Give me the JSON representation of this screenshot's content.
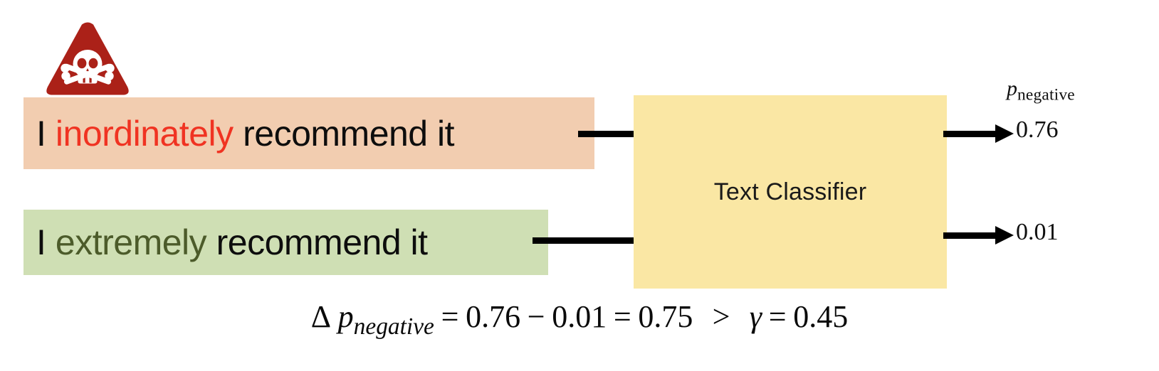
{
  "figure": {
    "type": "diagram",
    "title": "Text classifier adversarial word-substitution example"
  },
  "inputs": [
    {
      "id": "toxic-sentence",
      "prefix": "I",
      "highlight_word": "inordinately",
      "suffix": "recommend it",
      "box_color": "#f2cdb0",
      "word_color": "#f03322",
      "warning": true,
      "warning_icon": "skull-warning-triangle-icon"
    },
    {
      "id": "clean-sentence",
      "prefix": "I",
      "highlight_word": "extremely",
      "suffix": "recommend it",
      "box_color": "#cfdfb4",
      "word_color": "#4c5b2a",
      "warning": false
    }
  ],
  "model": {
    "label": "Text Classifier",
    "box_color": "#fae7a4"
  },
  "outputs": {
    "header_var": "p",
    "header_subscript": "negative",
    "values": [
      "0.76",
      "0.01"
    ]
  },
  "equation": {
    "delta": "Δ",
    "var": "p",
    "subscript": "negative",
    "eq1": "=",
    "value_a": "0.76",
    "minus": "−",
    "value_b": "0.01",
    "eq2": "=",
    "difference": "0.75",
    "comparator": ">",
    "gamma": "γ",
    "eq3": "=",
    "threshold": "0.45",
    "full_text": "Δ p_negative = 0.76 − 0.01 = 0.75 > γ = 0.45"
  },
  "chart_data": {
    "type": "table",
    "title": "Classifier negative-class probabilities",
    "categories": [
      "I inordinately recommend it",
      "I extremely recommend it"
    ],
    "values": [
      0.76,
      0.01
    ],
    "ylabel": "p_negative",
    "annotations": [
      "delta p_negative = 0.75",
      "threshold gamma = 0.45",
      "0.75 > 0.45"
    ]
  }
}
